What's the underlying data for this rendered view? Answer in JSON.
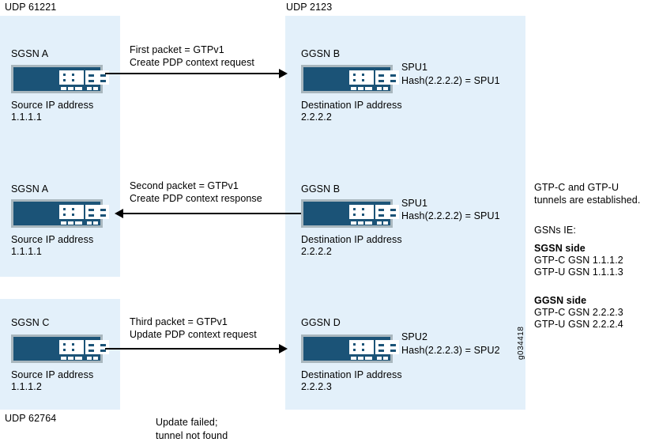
{
  "diagram": {
    "title": "GTP packet flow across SGSN and GGSN with SPU hashing",
    "watermark": "g034418",
    "colors": {
      "panel_background": "#e3f0fa",
      "device_body": "#1b5377",
      "device_border": "#a9b7be",
      "arrow": "#000000",
      "text": "#000000"
    }
  },
  "ports": {
    "left_top": "UDP 61221",
    "right_top": "UDP 2123",
    "left_bottom": "UDP 62764"
  },
  "rows": [
    {
      "left_node": {
        "name": "SGSN A",
        "ip_label": "Source IP address",
        "ip_value": "1.1.1.1"
      },
      "connector": {
        "line1": "First packet = GTPv1",
        "line2": "Create PDP context request",
        "direction": "right"
      },
      "right_node": {
        "name": "GGSN B",
        "spu": "SPU1",
        "hash": "Hash(2.2.2.2) = SPU1",
        "ip_label": "Destination IP address",
        "ip_value": "2.2.2.2"
      }
    },
    {
      "left_node": {
        "name": "SGSN A",
        "ip_label": "Source IP address",
        "ip_value": "1.1.1.1"
      },
      "connector": {
        "line1": "Second packet = GTPv1",
        "line2": "Create PDP context response",
        "direction": "left"
      },
      "right_node": {
        "name": "GGSN B",
        "spu": "SPU1",
        "hash": "Hash(2.2.2.2) = SPU1",
        "ip_label": "Destination IP address",
        "ip_value": "2.2.2.2"
      }
    },
    {
      "left_node": {
        "name": "SGSN C",
        "ip_label": "Source IP address",
        "ip_value": "1.1.1.2"
      },
      "connector": {
        "line1": "Third packet = GTPv1",
        "line2": "Update PDP context request",
        "direction": "right"
      },
      "right_node": {
        "name": "GGSN D",
        "spu": "SPU2",
        "hash": "Hash(2.2.2.3) = SPU2",
        "ip_label": "Destination IP address",
        "ip_value": "2.2.2.3"
      }
    }
  ],
  "footer_note": {
    "line1": "Update failed;",
    "line2": "tunnel not found"
  },
  "side_note": {
    "tunnel_line1": "GTP-C and GTP-U",
    "tunnel_line2": "tunnels are established.",
    "gsns_ie_heading": "GSNs IE:",
    "sgsn_side_heading": "SGSN side",
    "sgsn_gtpc": "GTP-C GSN 1.1.1.2",
    "sgsn_gtpu": "GTP-U GSN 1.1.1.3",
    "ggsn_side_heading": "GGSN side",
    "ggsn_gtpc": "GTP-C GSN 2.2.2.3",
    "ggsn_gtpu": "GTP-U GSN 2.2.2.4"
  }
}
